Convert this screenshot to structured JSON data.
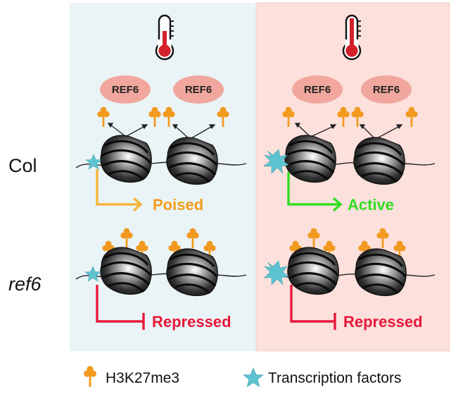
{
  "rows": {
    "col_label": "Col",
    "ref6_label": "ref6"
  },
  "ref6_protein_label": "REF6",
  "status": {
    "poised": "Poised",
    "active": "Active",
    "repressed": "Repressed"
  },
  "legend": {
    "h3k27me3": "H3K27me3",
    "transcription_factors": "Transcription factors"
  },
  "colors": {
    "cool_panel": "#eaf4f7",
    "warm_panel": "#fce0dc",
    "panel_border": "#f3cfc9",
    "ref6_fill": "#f1a79e",
    "mark_orange": "#f29a1f",
    "tf_cyan": "#5ec3d0",
    "poised_arrow": "#f6b53a",
    "poised_text": "#f39c1c",
    "active_green": "#33dd22",
    "repressed_red": "#e8183a",
    "thermometer_red": "#d4202a"
  }
}
